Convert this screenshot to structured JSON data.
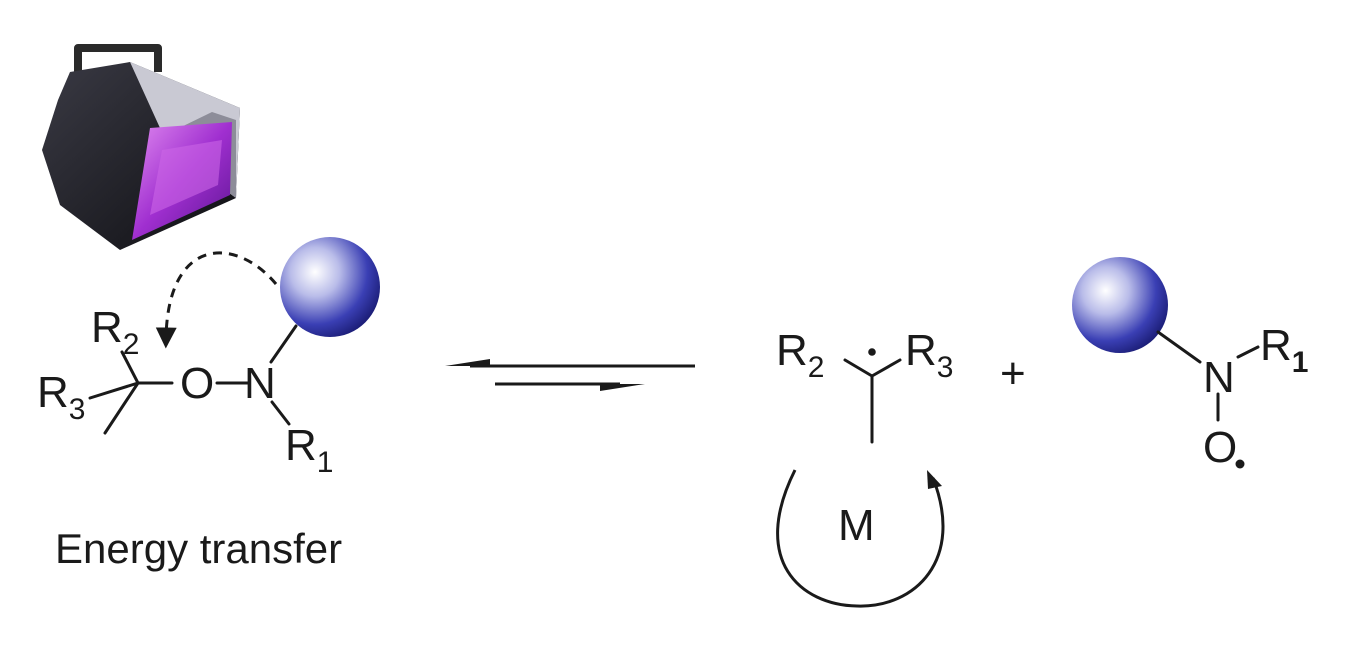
{
  "left_molecule": {
    "atom_r2": "R",
    "atom_r2_sub": "2",
    "atom_r3": "R",
    "atom_r3_sub": "3",
    "atom_o": "O",
    "atom_n": "N",
    "atom_r1": "R",
    "atom_r1_sub": "1"
  },
  "caption": "Energy transfer",
  "radical_fragment": {
    "atom_r2": "R",
    "atom_r2_sub": "2",
    "atom_r3": "R",
    "atom_r3_sub": "3",
    "monomer_label": "M"
  },
  "plus_sign": "+",
  "nitroxide": {
    "atom_n": "N",
    "atom_r1": "R",
    "atom_r1_sub": "1",
    "atom_o": "O"
  },
  "colors": {
    "sphere_blue": "#2b2f9e",
    "lamp_body": "#1e1e24",
    "lamp_glow": "#b13ad6"
  },
  "icons": [
    "uv-lamp-icon",
    "polymer-sphere-icon"
  ]
}
